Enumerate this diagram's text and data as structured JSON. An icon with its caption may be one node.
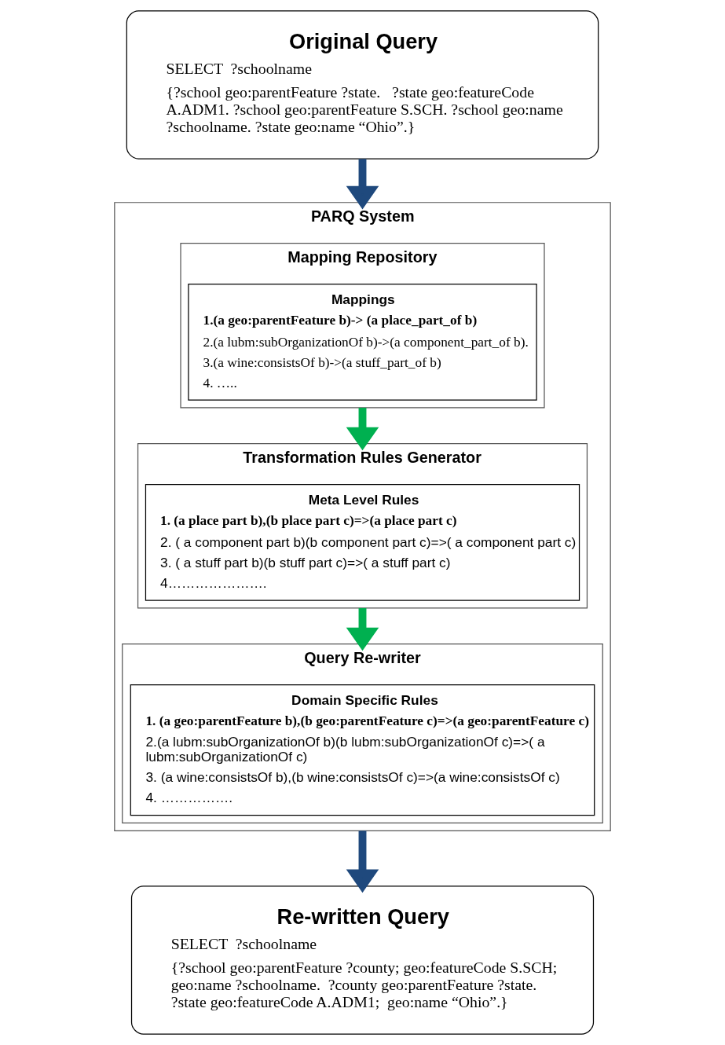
{
  "diagram": {
    "nodes": [
      {
        "text": [
          "Original Query",
          "SELECT  ?schoolname",
          "{?school geo:parentFeature ?state.   ?state geo:featureCode A.ADM1. ?school geo:parentFeature S.SCH. ?school geo:name ?schoolname. ?state geo:name “Ohio”.}"
        ]
      },
      {
        "text": [
          "PARQ System"
        ]
      },
      {
        "text": [
          "Mapping Repository"
        ],
        "in": 1
      },
      {
        "text": [
          "Mappings",
          "1.(a geo:parentFeature b)-> (a place_part_of b)",
          "2.(a lubm:subOrganizationOf b)->(a component_part_of b).",
          "3.(a wine:consistsOf b)->(a stuff_part_of b)",
          "4. ….."
        ],
        "in": 2
      },
      {
        "text": [
          "Transformation Rules Generator"
        ],
        "in": 1
      },
      {
        "text": [
          "Meta Level Rules",
          "1. (a place part b),(b place part c)=>(a place part c)",
          "2. ( a component part b)(b component part c)=>( a component part c)",
          "3. ( a stuff part b)(b stuff part c)=>( a stuff part c)",
          "4…………………."
        ],
        "in": 4
      },
      {
        "text": [
          "Query Re-writer"
        ],
        "in": 1
      },
      {
        "text": [
          "Domain Specific Rules",
          "1. (a geo:parentFeature b),(b geo:parentFeature c)=>(a geo:parentFeature c)",
          "2.(a lubm:subOrganizationOf b)(b lubm:subOrganizationOf c)=>( a lubm:subOrganizationOf c)",
          "3. (a wine:consistsOf b),(b wine:consistsOf c)=>(a wine:consistsOf c)",
          "4. ……………."
        ],
        "in": 6
      },
      {
        "text": [
          "Re-written Query",
          "SELECT  ?schoolname",
          "{?school geo:parentFeature ?county; geo:featureCode S.SCH; geo:name ?schoolname.  ?county geo:parentFeature ?state. ?state geo:featureCode A.ADM1;  geo:name “Ohio”.}"
        ]
      }
    ],
    "edges": [
      {
        "from": 0,
        "to": 1,
        "arrow": "to",
        "color": "#1f497d"
      },
      {
        "from": 2,
        "to": 4,
        "arrow": "to",
        "color": "#00b050"
      },
      {
        "from": 4,
        "to": 6,
        "arrow": "to",
        "color": "#00b050"
      },
      {
        "from": 1,
        "to": 8,
        "arrow": "to",
        "color": "#1f497d"
      }
    ]
  }
}
